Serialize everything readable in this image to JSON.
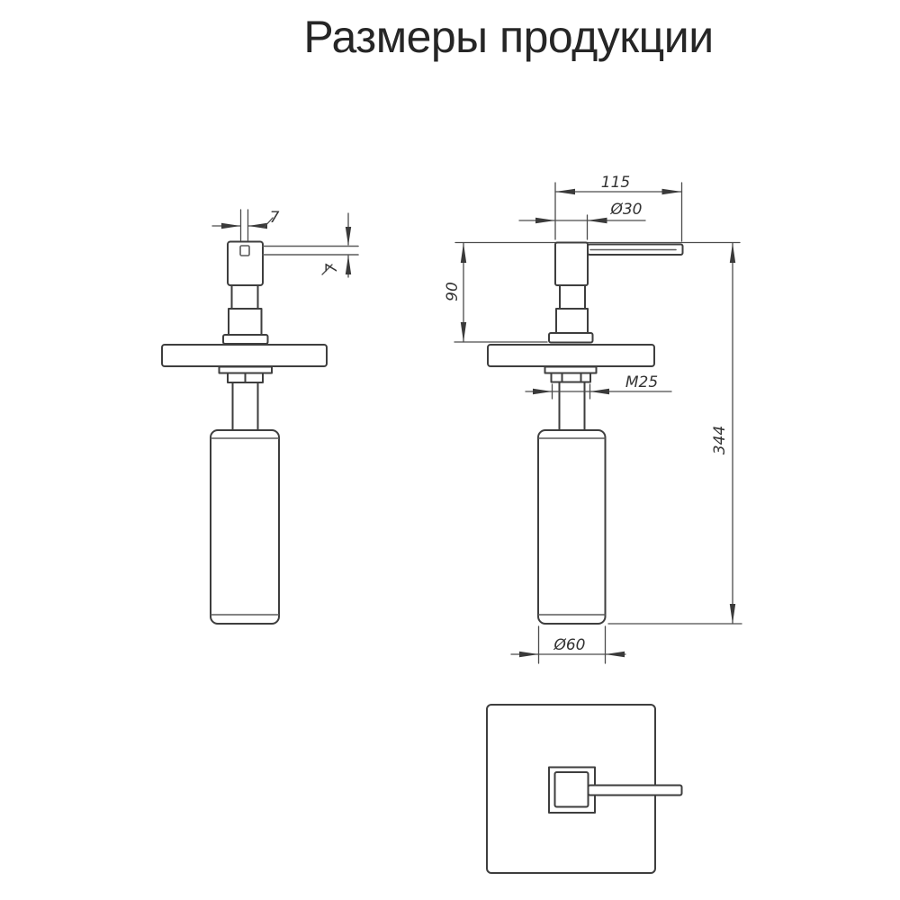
{
  "title": "Размеры продукции",
  "views": {
    "side_view": {
      "label": "side view of soap dispenser",
      "dimensions": {
        "nozzle_width": "7",
        "spout_thickness": "7"
      }
    },
    "front_view": {
      "label": "front view of soap dispenser",
      "dimensions": {
        "spout_length": "115",
        "pump_head_diameter": "Ø30",
        "height_above_plate": "90",
        "thread_size": "M25",
        "total_height": "344",
        "bottle_diameter": "Ø60"
      }
    },
    "top_view": {
      "label": "top view of square deck plate with pump head and spout"
    }
  },
  "colors": {
    "background": "#ffffff",
    "object_line": "#3e3e3e",
    "dimension_line": "#4c4c4c",
    "title_text": "#262626"
  }
}
